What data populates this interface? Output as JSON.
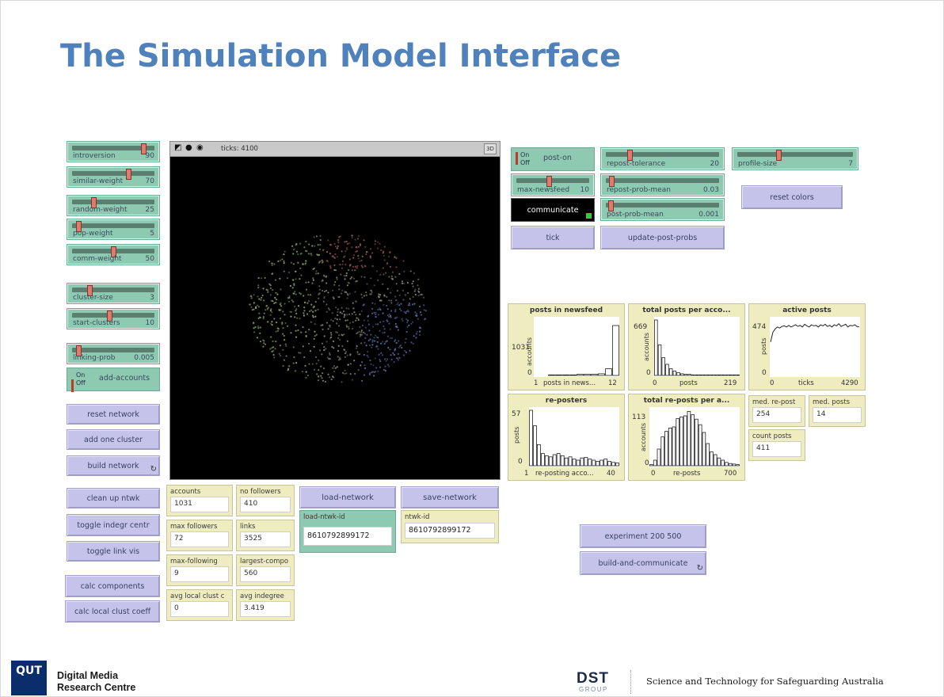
{
  "title": "The Simulation Model Interface",
  "sliders": [
    {
      "label": "introversion",
      "value": "90",
      "pos": 0.9
    },
    {
      "label": "similar-weight",
      "value": "70",
      "pos": 0.7
    },
    {
      "label": "random-weight",
      "value": "25",
      "pos": 0.25
    },
    {
      "label": "pop-weight",
      "value": "5",
      "pos": 0.05
    },
    {
      "label": "comm-weight",
      "value": "50",
      "pos": 0.5
    },
    {
      "label": "cluster-size",
      "value": "3",
      "pos": 0.2
    },
    {
      "label": "start-clusters",
      "value": "10",
      "pos": 0.45
    },
    {
      "label": "linking-prob",
      "value": "0.005",
      "pos": 0.05
    },
    {
      "label": "repost-tolerance",
      "value": "20",
      "pos": 0.2
    },
    {
      "label": "profile-size",
      "value": "7",
      "pos": 0.35
    },
    {
      "label": "max-newsfeed",
      "value": "10",
      "pos": 0.45
    },
    {
      "label": "repost-prob-mean",
      "value": "0.03",
      "pos": 0.03
    },
    {
      "label": "post-prob-mean",
      "value": "0.001",
      "pos": 0.02
    }
  ],
  "switches": [
    {
      "label": "add-accounts",
      "state": "Off",
      "on": "On",
      "off": "Off"
    },
    {
      "label": "post-on",
      "state": "Off",
      "on": "On",
      "off": "Off"
    }
  ],
  "buttons": {
    "reset_network": "reset network",
    "add_one_cluster": "add one cluster",
    "build_network": "build network",
    "clean_up_ntwk": "clean up ntwk",
    "toggle_indegr_centr": "toggle indegr centr",
    "toggle_link_vis": "toggle link vis",
    "calc_components": "calc components",
    "calc_local_clust_coeff": "calc local clust coeff",
    "load_network": "load-network",
    "save_network": "save-network",
    "communicate": "communicate",
    "tick": "tick",
    "update_post_probs": "update-post-probs",
    "reset_colors": "reset colors",
    "experiment": "experiment 200 500",
    "build_and_communicate": "build-and-communicate",
    "forever_glyph": "↻"
  },
  "view": {
    "ticks": "ticks: 4100",
    "three_d": "3D"
  },
  "monitors": [
    {
      "label": "accounts",
      "value": "1031"
    },
    {
      "label": "no followers",
      "value": "410"
    },
    {
      "label": "max followers",
      "value": "72"
    },
    {
      "label": "links",
      "value": "3525"
    },
    {
      "label": "max-following",
      "value": "9"
    },
    {
      "label": "largest-compo",
      "value": "560"
    },
    {
      "label": "avg local clust c",
      "value": "0"
    },
    {
      "label": "avg indegree",
      "value": "3.419"
    },
    {
      "label": "med. re-post",
      "value": "254"
    },
    {
      "label": "med. posts",
      "value": "14"
    },
    {
      "label": "count posts",
      "value": "411"
    }
  ],
  "inputs": [
    {
      "label": "load-ntwk-id",
      "value": "8610792899172"
    },
    {
      "label": "ntwk-id",
      "value": "8610792899172"
    }
  ],
  "plots": [
    {
      "title": "posts in newsfeed",
      "ytop": "1031",
      "ybot": "0",
      "ylabel": "accounts",
      "xl": "1",
      "xc": "posts in news...",
      "xr": "12"
    },
    {
      "title": "total posts per acco...",
      "ytop": "669",
      "ybot": "0",
      "ylabel": "accounts",
      "xl": "0",
      "xc": "posts",
      "xr": "219"
    },
    {
      "title": "active posts",
      "ytop": "474",
      "ybot": "0",
      "ylabel": "posts",
      "xl": "0",
      "xc": "ticks",
      "xr": "4290"
    },
    {
      "title": "re-posters",
      "ytop": "57",
      "ybot": "0",
      "ylabel": "posts",
      "xl": "1",
      "xc": "re-posting acco...",
      "xr": "40"
    },
    {
      "title": "total re-posts per a...",
      "ytop": "113",
      "ybot": "0",
      "ylabel": "accounts",
      "xl": "0",
      "xc": "re-posts",
      "xr": "700"
    }
  ],
  "plot_series": {
    "newsfeed": [
      0,
      0,
      0.01,
      0.01,
      0.01,
      0.01,
      0.02,
      0.02,
      0.02,
      0.03,
      0.12,
      0.9
    ],
    "totalposts": [
      1,
      0.55,
      0.32,
      0.2,
      0.12,
      0.08,
      0.05,
      0.03,
      0.02,
      0.02,
      0.01,
      0.01,
      0.01,
      0.01,
      0.01,
      0.01,
      0.01,
      0.01,
      0.01,
      0.01,
      0.01,
      0.01,
      0.01
    ],
    "reposters": [
      1,
      0.72,
      0.38,
      0.22,
      0.18,
      0.16,
      0.2,
      0.22,
      0.18,
      0.14,
      0.16,
      0.12,
      0.1,
      0.14,
      0.15,
      0.12,
      0.1,
      0.08,
      0.1,
      0.12,
      0.08,
      0.06,
      0.05
    ],
    "totalreposts": [
      0.02,
      0.1,
      0.3,
      0.52,
      0.62,
      0.68,
      0.7,
      0.85,
      0.88,
      0.9,
      0.98,
      0.92,
      0.84,
      0.74,
      0.6,
      0.4,
      0.25,
      0.2,
      0.14,
      0.1,
      0.06,
      0.04,
      0.03,
      0.02
    ],
    "active": [
      0.62,
      0.8,
      0.86,
      0.9,
      0.88,
      0.91,
      0.92,
      0.9,
      0.93,
      0.9,
      0.92,
      0.94,
      0.91,
      0.93,
      0.9,
      0.95,
      0.92,
      0.9,
      0.94,
      0.92,
      0.93,
      0.9,
      0.94,
      0.92,
      0.95,
      0.91,
      0.93,
      0.9,
      0.94,
      0.92,
      0.96,
      0.91,
      0.93,
      0.95,
      0.9,
      0.93,
      0.92,
      0.94,
      0.91,
      0.9
    ]
  },
  "footer": {
    "qut": "QUT",
    "dmrc_line1": "Digital Media",
    "dmrc_line2": "Research Centre",
    "dst": "DST",
    "dst_group": "GROUP",
    "tagline": "Science and Technology for Safeguarding Australia"
  }
}
